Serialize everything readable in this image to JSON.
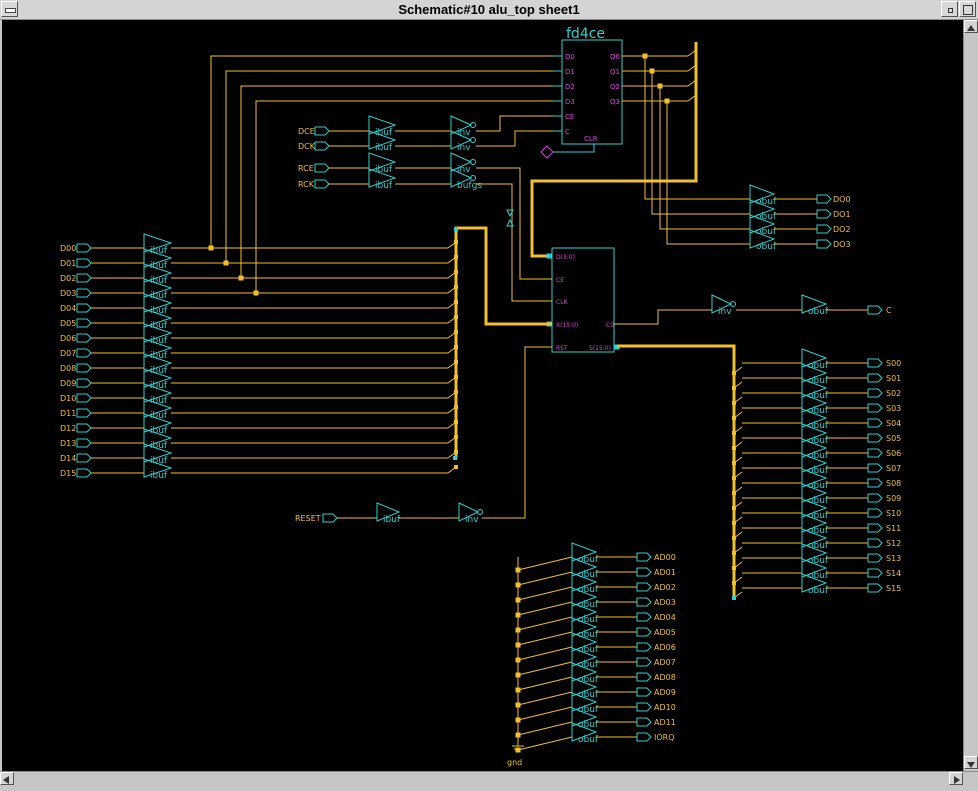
{
  "window": {
    "title": "Schematic#10 alu_top sheet1"
  },
  "colors": {
    "wire": "#f0c030",
    "part": "#30d0d0",
    "pin": "#e040e0",
    "label": "#f0c030",
    "bg": "#000000"
  },
  "ff": {
    "name": "fd4ce",
    "inputs": [
      "D0",
      "D1",
      "D2",
      "D3",
      "CE",
      "C"
    ],
    "outputs": [
      "Q0",
      "Q1",
      "Q2",
      "Q3"
    ],
    "clr": "CLR"
  },
  "alu": {
    "pins_in": [
      "D(3:0)",
      "CE",
      "CLK",
      "X(15:0)",
      "RST"
    ],
    "pins_out": [
      "C0",
      "S(15:0)"
    ]
  },
  "ctrl": {
    "rows": [
      {
        "port": "DCE",
        "buf": "ibuf",
        "inv": "inv"
      },
      {
        "port": "DCK",
        "buf": "ibuf",
        "inv": "inv"
      },
      {
        "port": "RCE",
        "buf": "ibuf",
        "inv": "inv"
      },
      {
        "port": "RCK",
        "buf": "ibuf",
        "inv": "bufgs"
      }
    ]
  },
  "data_in": {
    "ports": [
      "D00",
      "D01",
      "D02",
      "D03",
      "D04",
      "D05",
      "D06",
      "D07",
      "D08",
      "D09",
      "D10",
      "D11",
      "D12",
      "D13",
      "D14",
      "D15"
    ],
    "buf": "ibuf"
  },
  "dout": {
    "ports": [
      "DO0",
      "DO1",
      "DO2",
      "DO3"
    ],
    "buf": "obuf"
  },
  "carry": {
    "inv": "inv",
    "buf": "obuf",
    "port": "C"
  },
  "sum": {
    "ports": [
      "S00",
      "S01",
      "S02",
      "S03",
      "S04",
      "S05",
      "S06",
      "S07",
      "S08",
      "S09",
      "S10",
      "S11",
      "S12",
      "S13",
      "S14",
      "S15"
    ],
    "buf": "obuf"
  },
  "reset": {
    "port": "RESET",
    "buf": "ibuf",
    "inv": "inv"
  },
  "addr": {
    "ports": [
      "AD00",
      "AD01",
      "AD02",
      "AD03",
      "AD04",
      "AD05",
      "AD06",
      "AD07",
      "AD08",
      "AD09",
      "AD10",
      "AD11",
      "IORQ"
    ],
    "buf": "obuf",
    "gnd": "gnd"
  }
}
